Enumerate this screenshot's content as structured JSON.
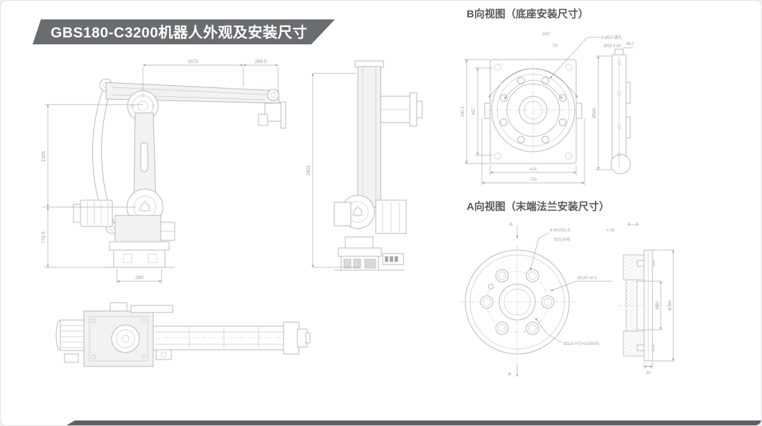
{
  "header": {
    "title": "GBS180-C3200机器人外观及安装尺寸"
  },
  "side_view": {
    "dim_arm_length": "1573",
    "dim_wrist_offset": "269.5",
    "dim_upper_height": "1325",
    "dim_lower_height": "770.5",
    "dim_base_width": "280"
  },
  "front_view": {
    "dim_total_height": "2401"
  },
  "view_b": {
    "title": "B向视图（底座安装尺寸）",
    "angle_outer": "180°",
    "angle_inner": "75°",
    "callout_holes": "8-Ø22 通孔",
    "callout_counterbore": "Ø33 0.50",
    "dim_left_outer": "290.1",
    "dim_left_inner": "457",
    "dim_bottom_inner": "414",
    "dim_bottom_outer": "730",
    "dim_side_diameter": "Ø560",
    "dim_side_top": "49.2"
  },
  "view_a": {
    "title": "A向视图（末端法兰安装尺寸）",
    "section_label": "A—A",
    "section_arrow_top": "A",
    "section_arrow_bottom": "A",
    "callout_bolts": "6-M10X1.5",
    "callout_depth": "x 15",
    "callout_note": "均匀分布",
    "dim_bolt_circle": "Ø125 ±0.1",
    "dim_center_bore": "Ø110 H7(+0.035/0)",
    "dim_flange_od": "Ø160",
    "dim_hub_bore": "Ø50",
    "dim_plate_thickness": "10"
  }
}
